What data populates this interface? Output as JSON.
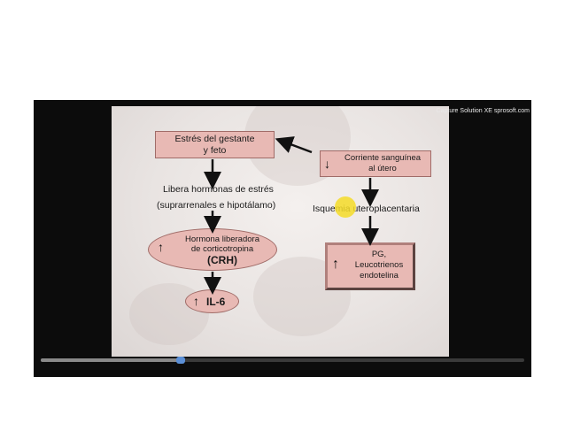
{
  "watermark": "Capture Solution XE sprosoft.com",
  "diagram": {
    "box_estres": [
      "Estrés del gestante",
      "y feto"
    ],
    "text_libera": "Libera hormonas de estrés",
    "text_supra": "(suprarrenales e hipotálamo)",
    "crh": {
      "arrow": "↑",
      "line1": "Hormona liberadora",
      "line2": "de corticotropina",
      "line3": "(CRH)"
    },
    "il6": {
      "arrow": "↑",
      "label": "IL-6"
    },
    "box_corriente": {
      "arrow": "↓",
      "line1": "Corriente sanguínea",
      "line2": "al útero"
    },
    "text_isquemia": "Isquemia uteroplacentaria",
    "box_pg": {
      "arrow": "↑",
      "line1": "PG,",
      "line2": "Leucotrienos",
      "line3": "endotelina"
    }
  },
  "player": {
    "progress": 0.29
  },
  "colors": {
    "box_fill": "#e8b9b4",
    "box_border": "#a06c68",
    "highlight": "#f5dc28"
  }
}
